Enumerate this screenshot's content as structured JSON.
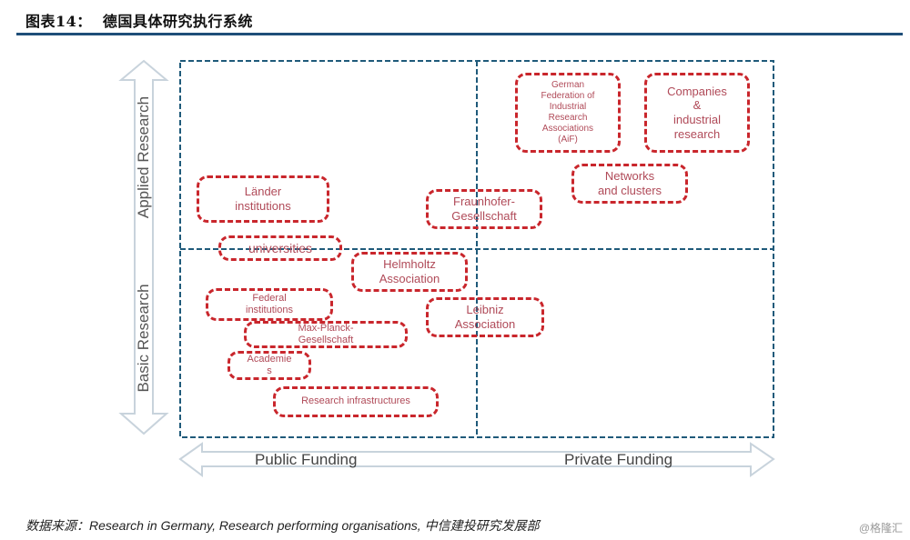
{
  "header": {
    "figure_label": "图表14：",
    "title": "德国具体研究执行系统"
  },
  "axes": {
    "vertical_top": "Applied Research",
    "vertical_bottom": "Basic Research",
    "horizontal_left": "Public Funding",
    "horizontal_right": "Private Funding"
  },
  "boxes": [
    {
      "id": "aif",
      "label": "German Federation of Industrial Research Associations (AiF)",
      "lines": [
        "German",
        "Federation of",
        "Industrial",
        "Research",
        "Associations",
        "(AiF)"
      ],
      "quadrant": "applied-private"
    },
    {
      "id": "companies",
      "label": "Companies & industrial research",
      "lines": [
        "Companies",
        "&",
        "industrial",
        "research"
      ],
      "quadrant": "applied-private"
    },
    {
      "id": "networks",
      "label": "Networks and clusters",
      "lines": [
        "Networks",
        "and clusters"
      ],
      "quadrant": "applied-private"
    },
    {
      "id": "fraunhofer",
      "label": "Fraunhofer-Gesellschaft",
      "lines": [
        "Fraunhofer-",
        "Gesellschaft"
      ],
      "quadrant": "applied-public/private border"
    },
    {
      "id": "laender",
      "label": "Länder institutions",
      "lines": [
        "Länder",
        "institutions"
      ],
      "quadrant": "applied-public"
    },
    {
      "id": "universities",
      "label": "universities",
      "lines": [
        "universities"
      ],
      "quadrant": "border applied/basic public"
    },
    {
      "id": "helmholtz",
      "label": "Helmholtz Association",
      "lines": [
        "Helmholtz",
        "Association"
      ],
      "quadrant": "basic-public"
    },
    {
      "id": "federal",
      "label": "Federal institutions",
      "lines": [
        "Federal",
        "institutions"
      ],
      "quadrant": "basic-public"
    },
    {
      "id": "leibniz",
      "label": "Leibniz Association",
      "lines": [
        "Leibniz",
        "Association"
      ],
      "quadrant": "basic border public/private"
    },
    {
      "id": "maxplanck",
      "label": "Max-Planck-Gesellschaft",
      "lines": [
        "Max-Planck-",
        "Gesellschaft"
      ],
      "quadrant": "basic-public"
    },
    {
      "id": "academies",
      "label": "Academies",
      "lines": [
        "Academie",
        "s"
      ],
      "quadrant": "basic-public"
    },
    {
      "id": "infrastructures",
      "label": "Research infrastructures",
      "lines": [
        "Research infrastructures"
      ],
      "quadrant": "basic-public"
    }
  ],
  "footer": {
    "source": "数据来源：Research in Germany, Research performing organisations, 中信建投研究发展部",
    "watermark": "@格隆汇"
  },
  "colors": {
    "box_border": "#c9262c",
    "box_text": "#b04a58",
    "grid_line": "#1f5a7a",
    "arrow": "#c8d3dc",
    "title_rule": "#1f4e79"
  }
}
